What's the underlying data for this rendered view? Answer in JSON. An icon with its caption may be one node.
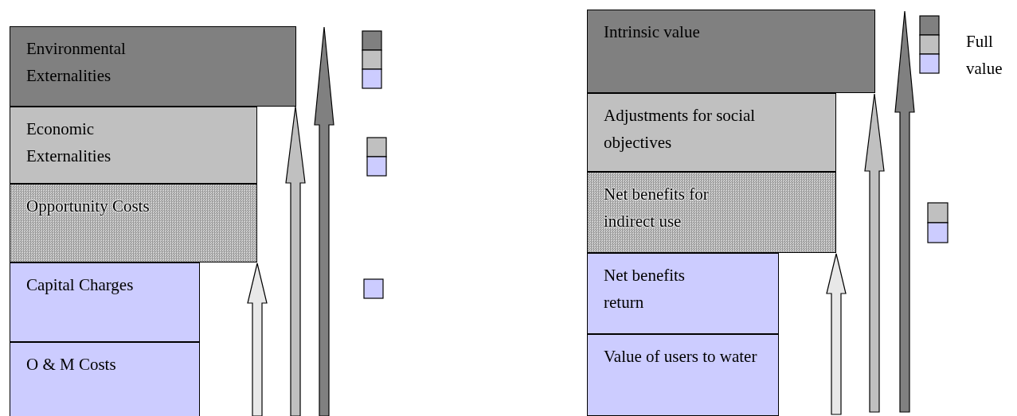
{
  "diagram": {
    "nodes": [
      {
        "text": [
          "Environmental Externalities"
        ]
      },
      {
        "text": [
          "Economic Externalities"
        ]
      },
      {
        "text": [
          "Opportunity Costs"
        ]
      },
      {
        "text": [
          "Capital Charges"
        ]
      },
      {
        "text": [
          "O & M Costs"
        ]
      },
      {
        "text": [
          "Intrinsic value"
        ]
      },
      {
        "text": [
          "Adjustments for social objectives"
        ]
      },
      {
        "text": [
          "Net benefits for indirect use"
        ]
      },
      {
        "text": [
          "Net benefits return"
        ]
      },
      {
        "text": [
          "Value of users to water"
        ]
      }
    ],
    "labels": [
      "Full value"
    ]
  }
}
